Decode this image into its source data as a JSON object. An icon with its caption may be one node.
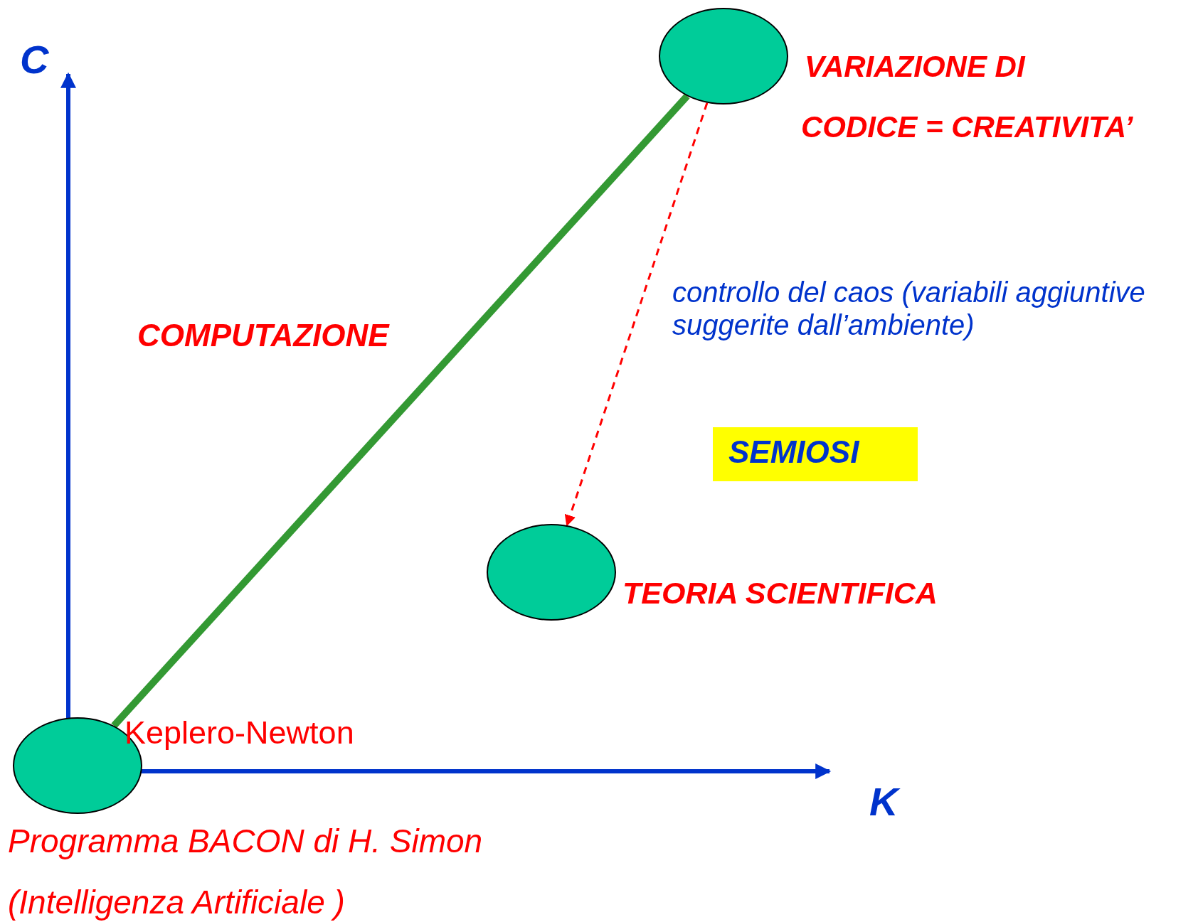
{
  "diagram": {
    "nodes": [
      {
        "text": [],
        "shape": "circle",
        "beside": [
          "VARIAZIONE DI",
          "CODICE = CREATIVITA’"
        ]
      },
      {
        "text": [],
        "shape": "circle",
        "beside": [
          "TEORIA SCIENTIFICA"
        ]
      },
      {
        "text": [],
        "shape": "circle",
        "beside": [
          "Keplero-Newton",
          "Programma BACON di H. Simon",
          "(Intelligenza Artificiale )"
        ]
      },
      {
        "text": [
          "SEMIOSI"
        ]
      }
    ],
    "edges": [
      {
        "from": 2,
        "to": 0,
        "arrow": "none",
        "style": "thick",
        "color": "#339933"
      },
      {
        "from": 0,
        "to": 1,
        "arrow": "to",
        "style": "dashed",
        "color": "#ff0000",
        "label": "controllo del caos (variabili aggiuntive suggerite dall’ambiente)"
      }
    ],
    "labels": [
      "C",
      "COMPUTAZIONE",
      "K"
    ]
  }
}
